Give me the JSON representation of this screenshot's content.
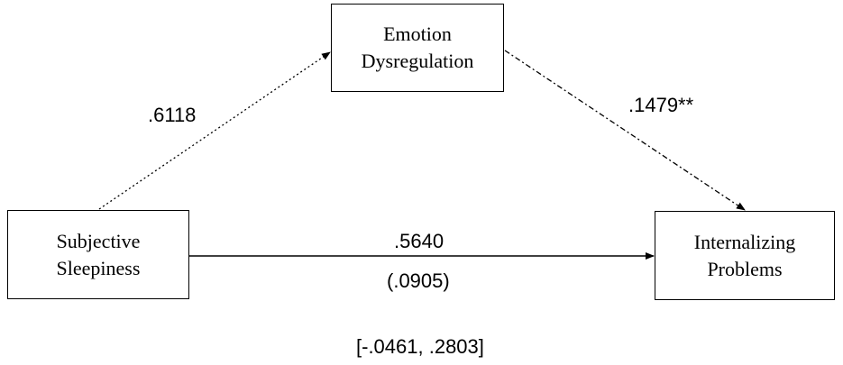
{
  "nodes": {
    "mediator": {
      "line1": "Emotion",
      "line2": "Dysregulation"
    },
    "predictor": {
      "line1": "Subjective",
      "line2": "Sleepiness"
    },
    "outcome": {
      "line1": "Internalizing",
      "line2": "Problems"
    }
  },
  "paths": {
    "a": ".6118",
    "b": ".1479**",
    "c": ".5640",
    "indirect_se": "(.0905)",
    "indirect_ci": "[-.0461, .2803]"
  }
}
